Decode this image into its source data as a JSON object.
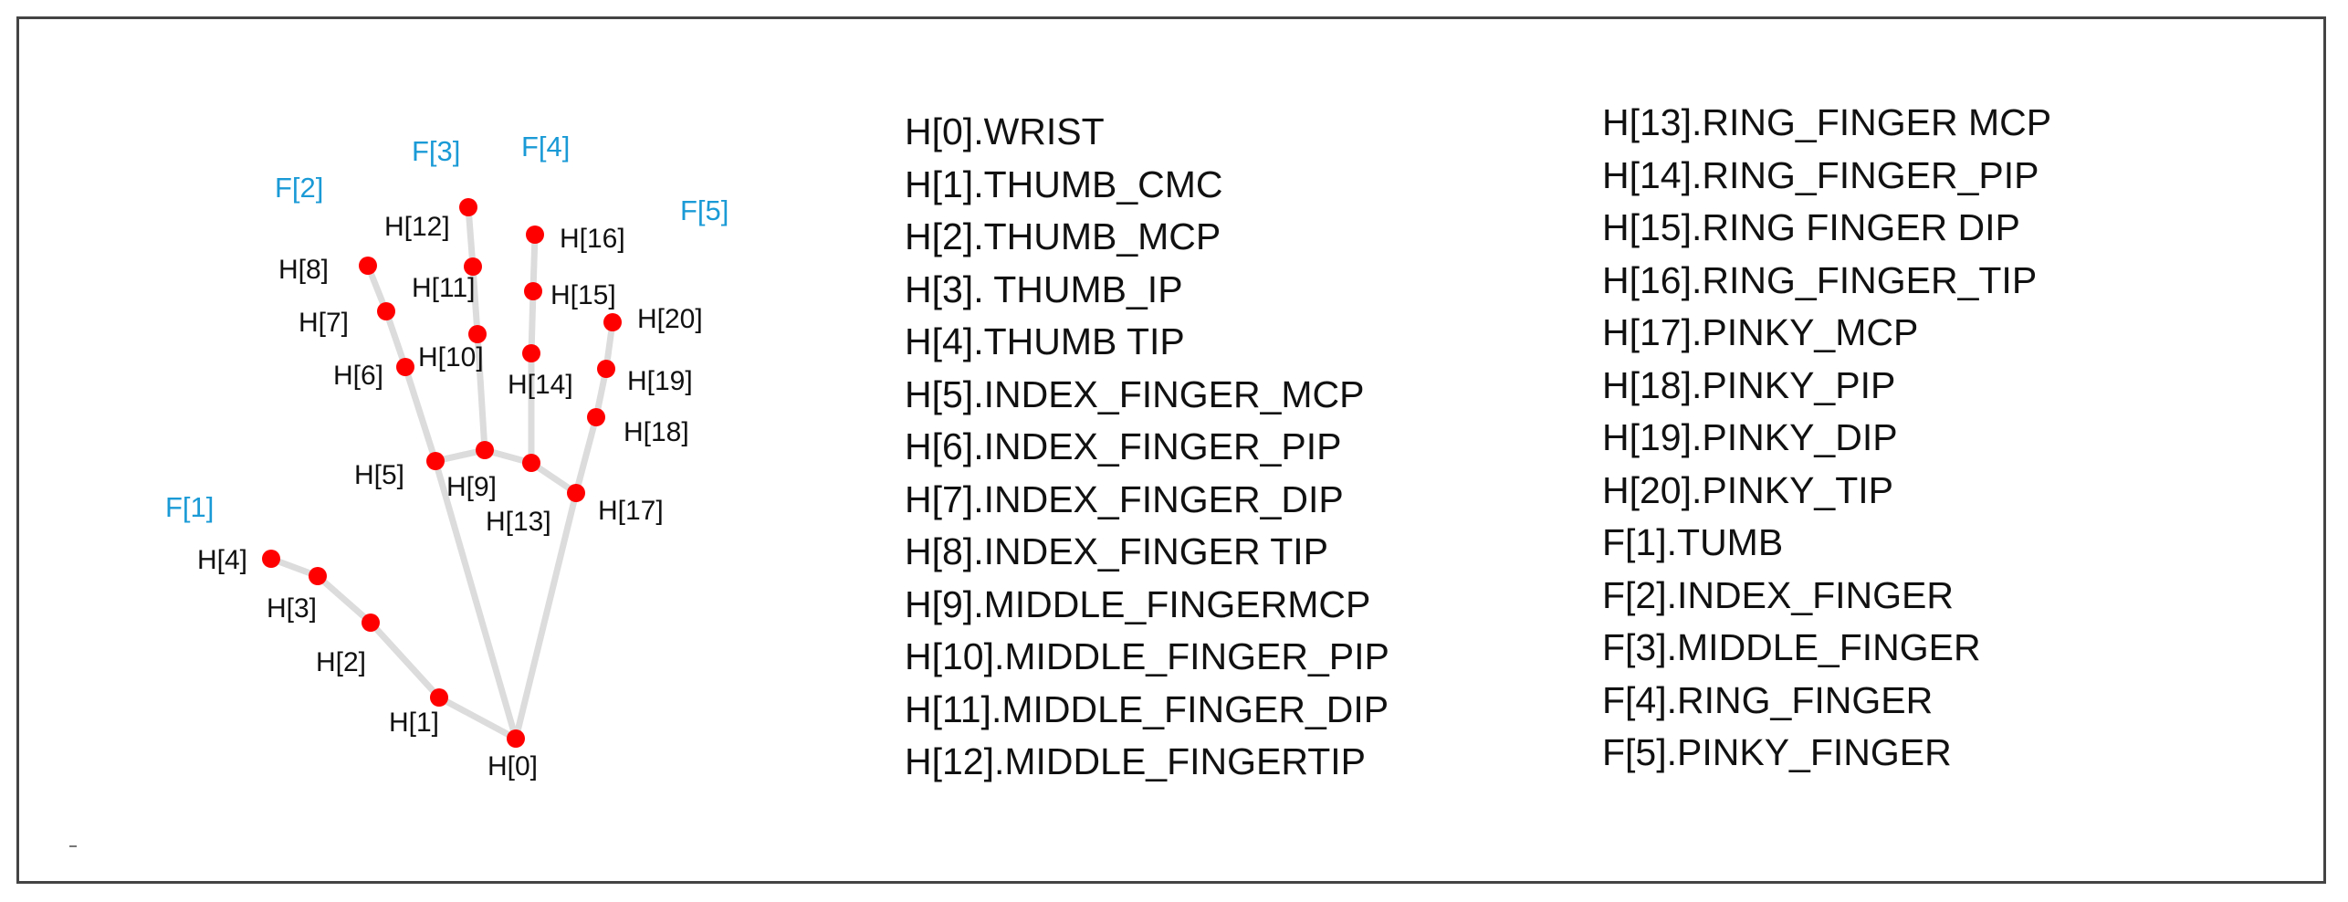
{
  "colors": {
    "joint": "#ff0000",
    "bone": "#dcdcdc",
    "landmark_label": "#111111",
    "finger_label": "#1a9ad6",
    "frame": "#444444"
  },
  "hand": {
    "landmarks": [
      {
        "id": 0,
        "label": "H[0]"
      },
      {
        "id": 1,
        "label": "H[1]"
      },
      {
        "id": 2,
        "label": "H[2]"
      },
      {
        "id": 3,
        "label": "H[3]"
      },
      {
        "id": 4,
        "label": "H[4]"
      },
      {
        "id": 5,
        "label": "H[5]"
      },
      {
        "id": 6,
        "label": "H[6]"
      },
      {
        "id": 7,
        "label": "H[7]"
      },
      {
        "id": 8,
        "label": "H[8]"
      },
      {
        "id": 9,
        "label": "H[9]"
      },
      {
        "id": 10,
        "label": "H[10]"
      },
      {
        "id": 11,
        "label": "H[11]"
      },
      {
        "id": 12,
        "label": "H[12]"
      },
      {
        "id": 13,
        "label": "H[13]"
      },
      {
        "id": 14,
        "label": "H[14]"
      },
      {
        "id": 15,
        "label": "H[15]"
      },
      {
        "id": 16,
        "label": "H[16]"
      },
      {
        "id": 17,
        "label": "H[17]"
      },
      {
        "id": 18,
        "label": "H[18]"
      },
      {
        "id": 19,
        "label": "H[19]"
      },
      {
        "id": 20,
        "label": "H[20]"
      }
    ],
    "connections": [
      [
        0,
        1
      ],
      [
        1,
        2
      ],
      [
        2,
        3
      ],
      [
        3,
        4
      ],
      [
        0,
        5
      ],
      [
        5,
        6
      ],
      [
        6,
        7
      ],
      [
        7,
        8
      ],
      [
        5,
        9
      ],
      [
        9,
        10
      ],
      [
        10,
        11
      ],
      [
        11,
        12
      ],
      [
        9,
        13
      ],
      [
        13,
        14
      ],
      [
        14,
        15
      ],
      [
        15,
        16
      ],
      [
        13,
        17
      ],
      [
        0,
        17
      ],
      [
        17,
        18
      ],
      [
        18,
        19
      ],
      [
        19,
        20
      ]
    ],
    "fingers": [
      {
        "id": 1,
        "label": "F[1]"
      },
      {
        "id": 2,
        "label": "F[2]"
      },
      {
        "id": 3,
        "label": "F[3]"
      },
      {
        "id": 4,
        "label": "F[4]"
      },
      {
        "id": 5,
        "label": "F[5]"
      }
    ]
  },
  "legend": {
    "column1": [
      "H[0].WRIST",
      "H[1].THUMB_CMC",
      "H[2].THUMB_MCP",
      "H[3]. THUMB_IP",
      "H[4].THUMB TIP",
      "H[5].INDEX_FINGER_MCP",
      "H[6].INDEX_FINGER_PIP",
      "H[7].INDEX_FINGER_DIP",
      "H[8].INDEX_FINGER TIP",
      "H[9].MIDDLE_FINGERMCP",
      "H[10].MIDDLE_FINGER_PIP",
      "H[11].MIDDLE_FINGER_DIP",
      "H[12].MIDDLE_FINGERTIP"
    ],
    "column2": [
      "H[13].RING_FINGER MCP",
      "H[14].RING_FINGER_PIP",
      "H[15].RING FINGER DIP",
      "H[16].RING_FINGER_TIP",
      "H[17].PINKY_MCP",
      "H[18].PINKY_PIP",
      "H[19].PINKY_DIP",
      "H[20].PINKY_TIP",
      "F[1].TUMB",
      "F[2].INDEX_FINGER",
      "F[3].MIDDLE_FINGER",
      "F[4].RING_FINGER",
      "F[5].PINKY_FINGER"
    ]
  }
}
